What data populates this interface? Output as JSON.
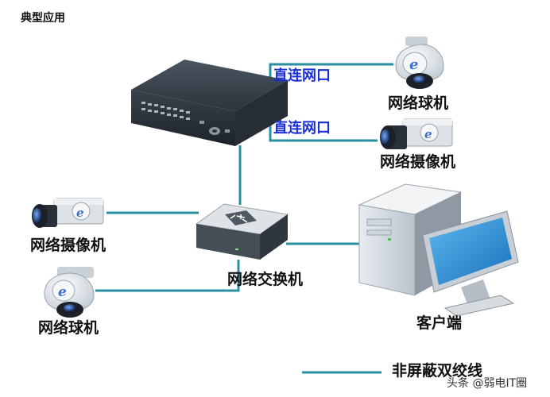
{
  "title": "典型应用",
  "labels": {
    "dvr_port_top": "直连网口",
    "dvr_port_bottom": "直连网口",
    "speed_dome_top": "网络球机",
    "box_camera_top": "网络摄像机",
    "box_camera_left": "网络摄像机",
    "speed_dome_left": "网络球机",
    "switch": "网络交换机",
    "client": "客户端",
    "legend": "非屏蔽双绞线"
  },
  "watermark": "头条 @弱电IT圈",
  "colors": {
    "cable": "#2b8fa3",
    "port_text": "#1a2fd6",
    "monitor_screen": "#1e8fd6"
  }
}
